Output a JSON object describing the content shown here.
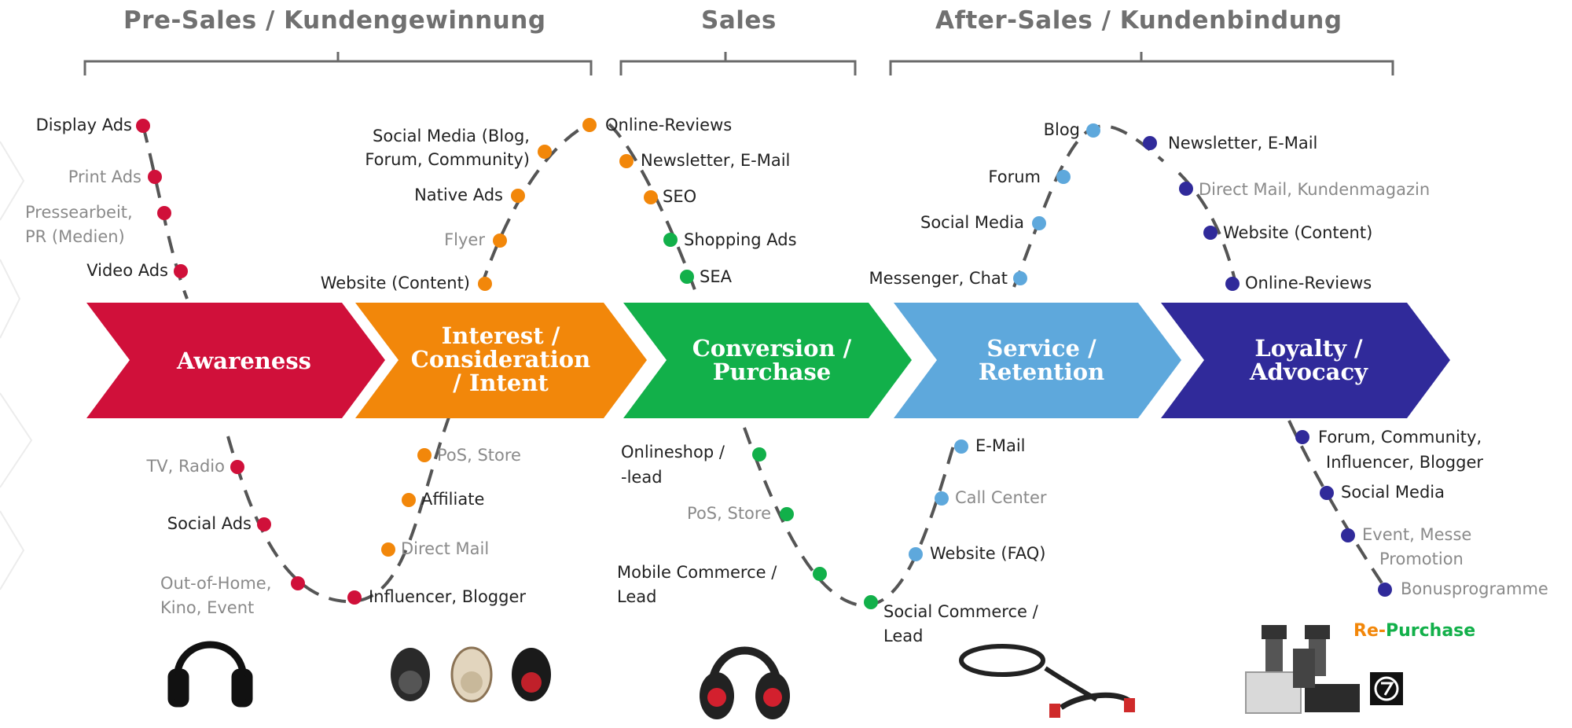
{
  "phases": {
    "presales": "Pre-Sales / Kundengewinnung",
    "sales": "Sales",
    "aftersales": "After-Sales / Kundenbindung"
  },
  "stages": {
    "awareness": {
      "label": "Awareness",
      "color": "#d0103a"
    },
    "interest": {
      "line1": "Interest /",
      "line2": "Consideration",
      "line3": "/ Intent",
      "color": "#f2870a"
    },
    "conversion": {
      "line1": "Conversion /",
      "line2": "Purchase",
      "color": "#12b04a"
    },
    "service": {
      "line1": "Service /",
      "line2": "Retention",
      "color": "#5ea8dc"
    },
    "loyalty": {
      "line1": "Loyalty /",
      "line2": "Advocacy",
      "color": "#302a9a"
    }
  },
  "channels": {
    "display_ads": "Display Ads",
    "print_ads": "Print Ads",
    "pressearbeit_1": "Pressearbeit,",
    "pressearbeit_2": "PR (Medien)",
    "video_ads": "Video Ads",
    "social_media_blog_1": "Social Media (Blog,",
    "social_media_blog_2": "Forum, Community)",
    "native_ads": "Native Ads",
    "flyer": "Flyer",
    "website_content_1": "Website (Content)",
    "online_reviews_1": "Online-Reviews",
    "newsletter_1": "Newsletter, E-Mail",
    "seo": "SEO",
    "shopping_ads": "Shopping Ads",
    "sea": "SEA",
    "blog": "Blog",
    "forum": "Forum",
    "social_media_1": "Social Media",
    "messenger": "Messenger, Chat",
    "newsletter_2": "Newsletter, E-Mail",
    "direct_mail_mag": "Direct Mail, Kundenmagazin",
    "website_content_2": "Website (Content)",
    "online_reviews_2": "Online-Reviews",
    "tv_radio": "TV, Radio",
    "social_ads": "Social Ads",
    "ooh_1": "Out-of-Home,",
    "ooh_2": "Kino, Event",
    "pos_store_1": "PoS, Store",
    "affiliate": "Affiliate",
    "direct_mail": "Direct Mail",
    "influencer_1": "Influencer, Blogger",
    "onlineshop_1": "Onlineshop /",
    "onlineshop_2": "-lead",
    "pos_store_2": "PoS, Store",
    "mobile_commerce_1": "Mobile Commerce /",
    "mobile_commerce_2": "Lead",
    "social_commerce_1": "Social Commerce /",
    "social_commerce_2": "Lead",
    "email": "E-Mail",
    "call_center": "Call Center",
    "website_faq": "Website (FAQ)",
    "forum_community_1": "Forum, Community,",
    "forum_community_2": "Influencer, Blogger",
    "social_media_2": "Social Media",
    "event_1": "Event, Messe",
    "event_2": "Promotion",
    "bonus": "Bonusprogramme"
  },
  "repurchase": {
    "part1": "Re-",
    "part2": "Purchase",
    "color1": "#f2870a",
    "color2": "#12b04a"
  },
  "icons": [
    "headphones-outline-icon",
    "headphones-trio-image",
    "headphones-red-image",
    "audio-cables-image",
    "hifi-system-image",
    "brand-logo-icon"
  ]
}
